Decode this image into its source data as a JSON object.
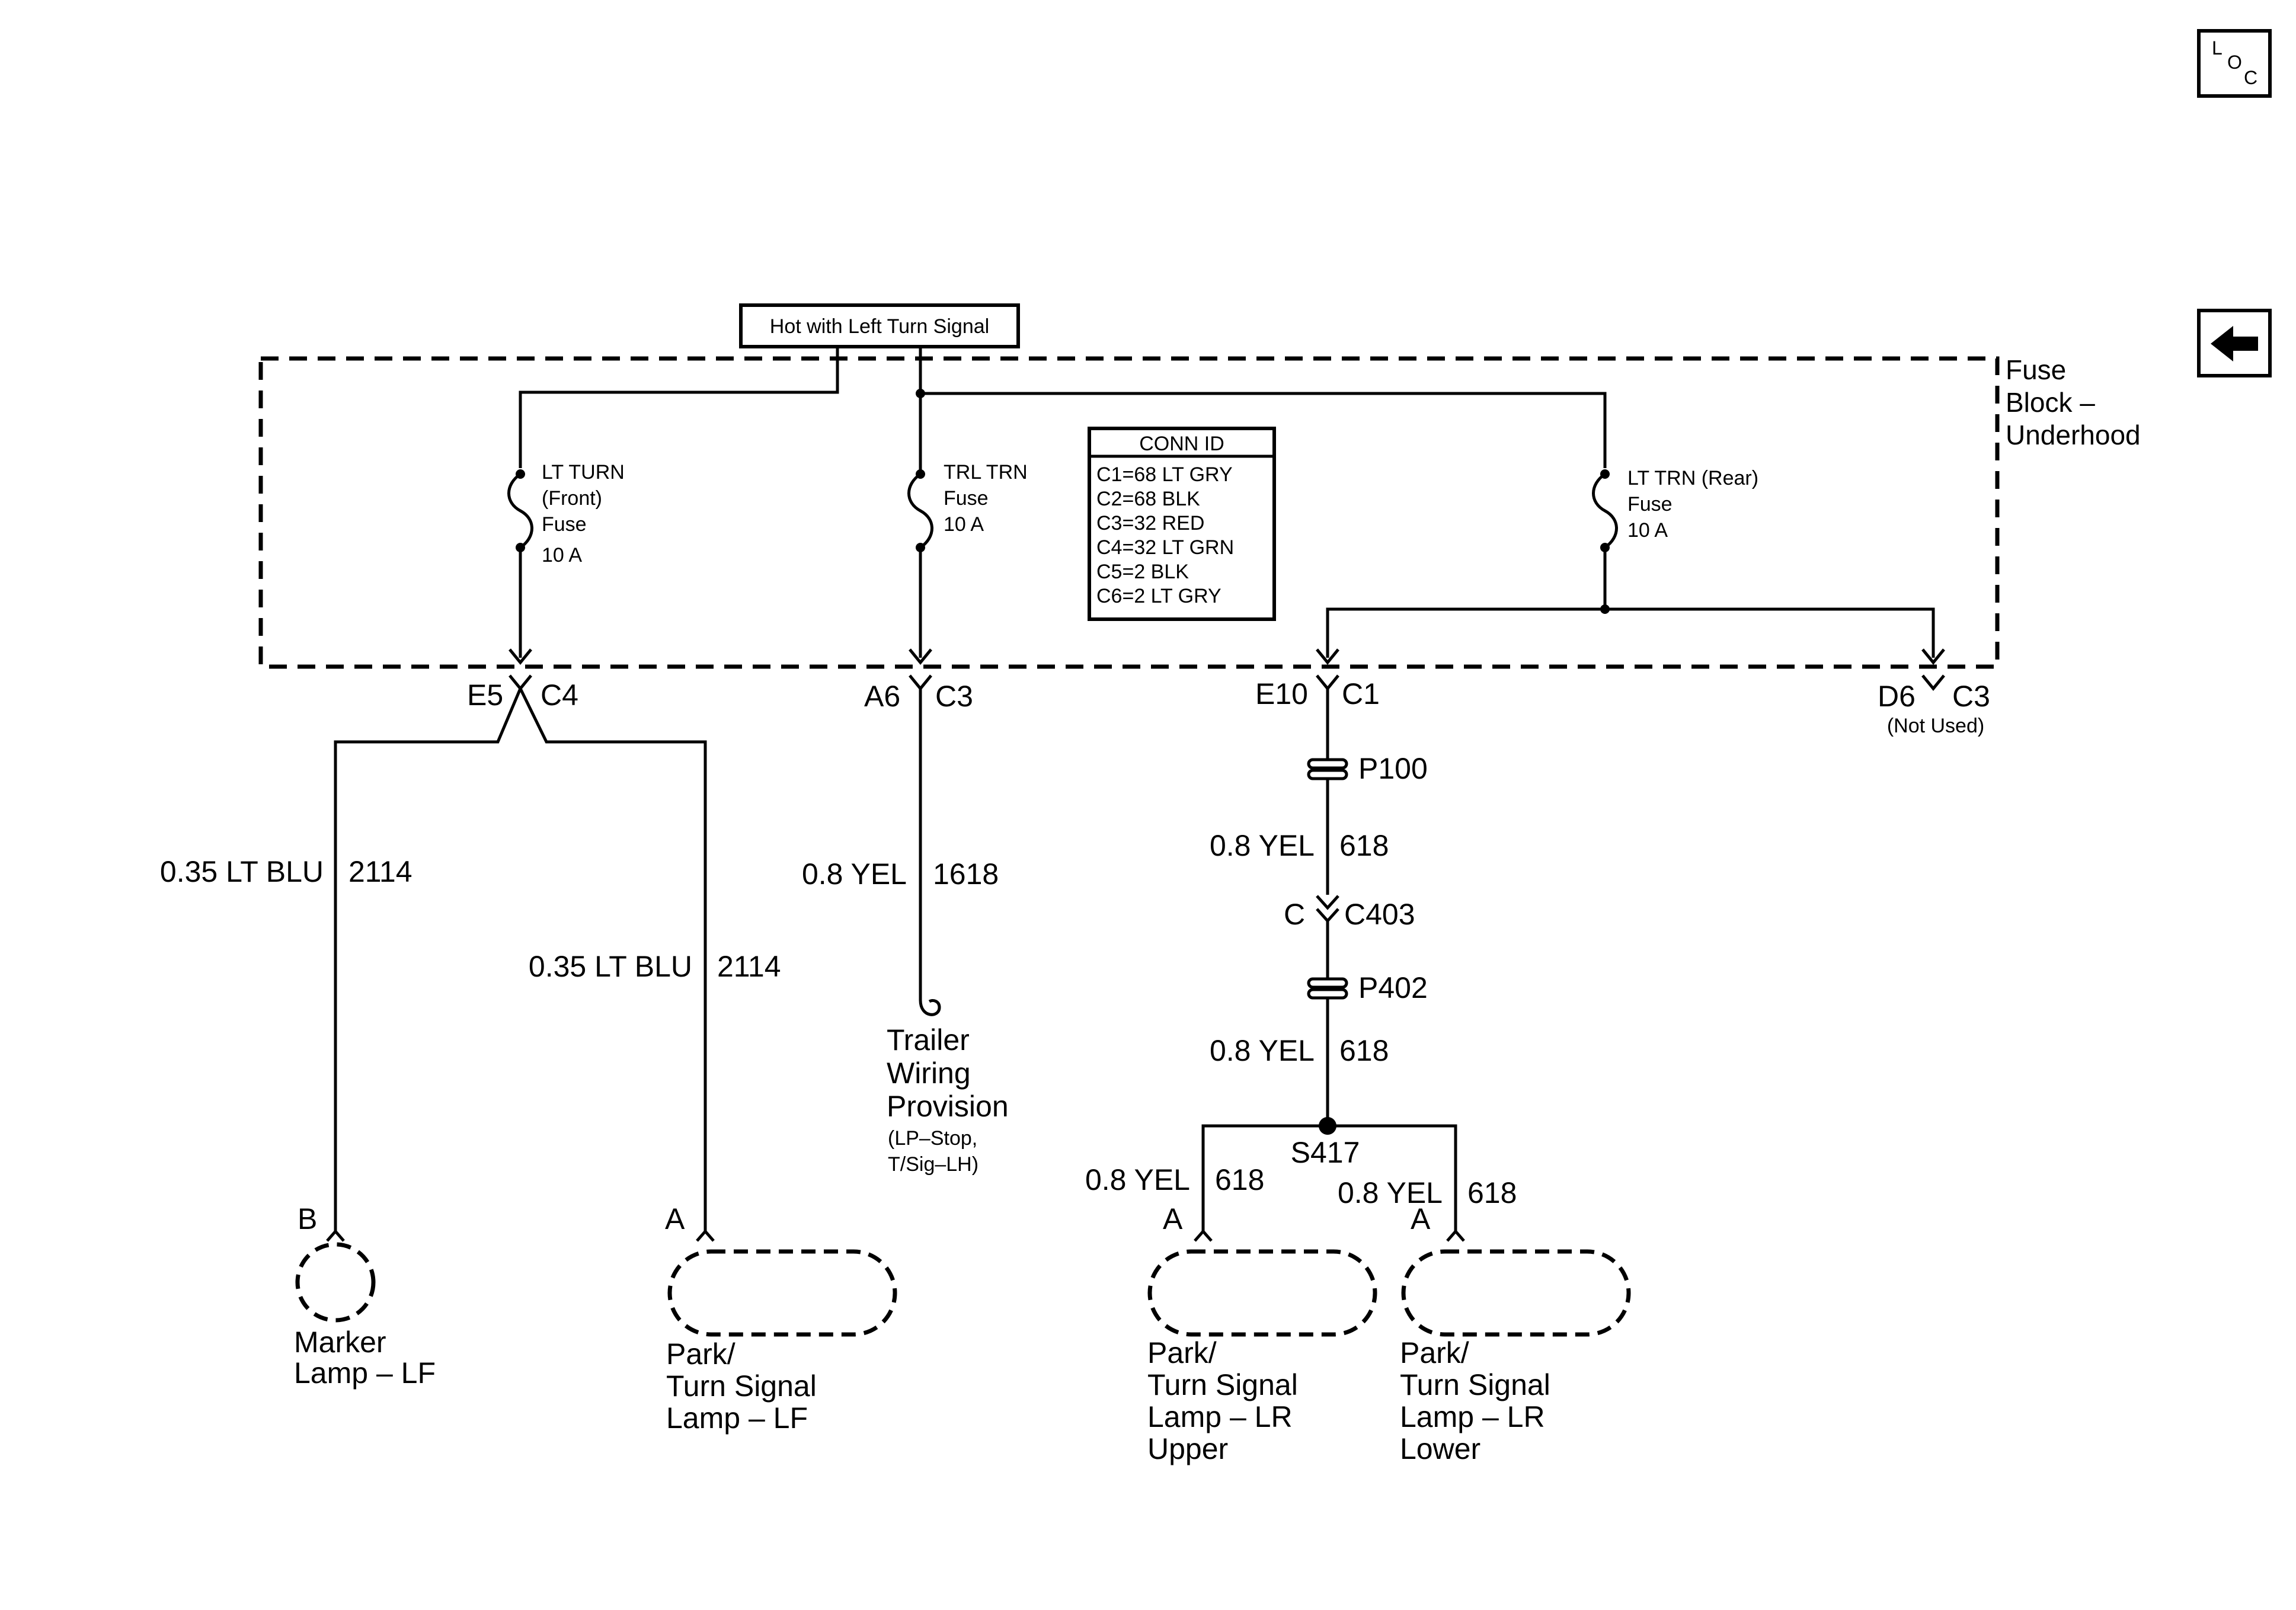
{
  "loc_button": {
    "line1": "L",
    "line2": "O",
    "line3": "C"
  },
  "back_button": {
    "icon": "left-arrow-icon"
  },
  "hot_label": "Hot with Left Turn Signal",
  "fuse_block": {
    "line1": "Fuse",
    "line2": "Block –",
    "line3": "Underhood"
  },
  "fuses": {
    "lt_turn_front": {
      "line1": "LT TURN",
      "line2": "(Front)",
      "line3": "Fuse",
      "line4": "10 A"
    },
    "trl_trn": {
      "line1": "TRL TRN",
      "line2": "Fuse",
      "line3": "10 A"
    },
    "lt_trn_rear": {
      "line1": "LT TRN (Rear)",
      "line2": "Fuse",
      "line3": "10 A"
    }
  },
  "conn_id": {
    "title": "CONN ID",
    "rows": [
      "C1=68 LT GRY",
      "C2=68 BLK",
      "C3=32 RED",
      "C4=32 LT GRN",
      "C5=2 BLK",
      "C6=2 LT GRY"
    ]
  },
  "connectors": {
    "e5": {
      "pin": "E5",
      "conn": "C4"
    },
    "a6": {
      "pin": "A6",
      "conn": "C3"
    },
    "e10": {
      "pin": "E10",
      "conn": "C1"
    },
    "d6": {
      "pin": "D6",
      "conn": "C3",
      "note": "(Not Used)"
    },
    "c403": {
      "pin": "C",
      "conn": "C403"
    }
  },
  "passthroughs": {
    "p100": "P100",
    "p402": "P402"
  },
  "splice": "S417",
  "wires": {
    "w1": {
      "gauge": "0.35 LT BLU",
      "circuit": "2114"
    },
    "w2": {
      "gauge": "0.35 LT BLU",
      "circuit": "2114"
    },
    "w3": {
      "gauge": "0.8 YEL",
      "circuit": "1618"
    },
    "w4": {
      "gauge": "0.8 YEL",
      "circuit": "618"
    },
    "w5": {
      "gauge": "0.8 YEL",
      "circuit": "618"
    },
    "w6": {
      "gauge": "0.8 YEL",
      "circuit": "618"
    },
    "w7": {
      "gauge": "0.8 YEL",
      "circuit": "618"
    }
  },
  "trailer": {
    "line1": "Trailer",
    "line2": "Wiring",
    "line3": "Provision",
    "line4": "(LP–Stop,",
    "line5": "T/Sig–LH)"
  },
  "lamps": {
    "marker_lf": {
      "pin": "B",
      "line1": "Marker",
      "line2": "Lamp – LF"
    },
    "park_lf": {
      "pin": "A",
      "line1": "Park/",
      "line2": "Turn Signal",
      "line3": "Lamp – LF"
    },
    "park_lr_upper": {
      "pin": "A",
      "line1": "Park/",
      "line2": "Turn Signal",
      "line3": "Lamp – LR",
      "line4": "Upper"
    },
    "park_lr_lower": {
      "pin": "A",
      "line1": "Park/",
      "line2": "Turn Signal",
      "line3": "Lamp – LR",
      "line4": "Lower"
    }
  }
}
